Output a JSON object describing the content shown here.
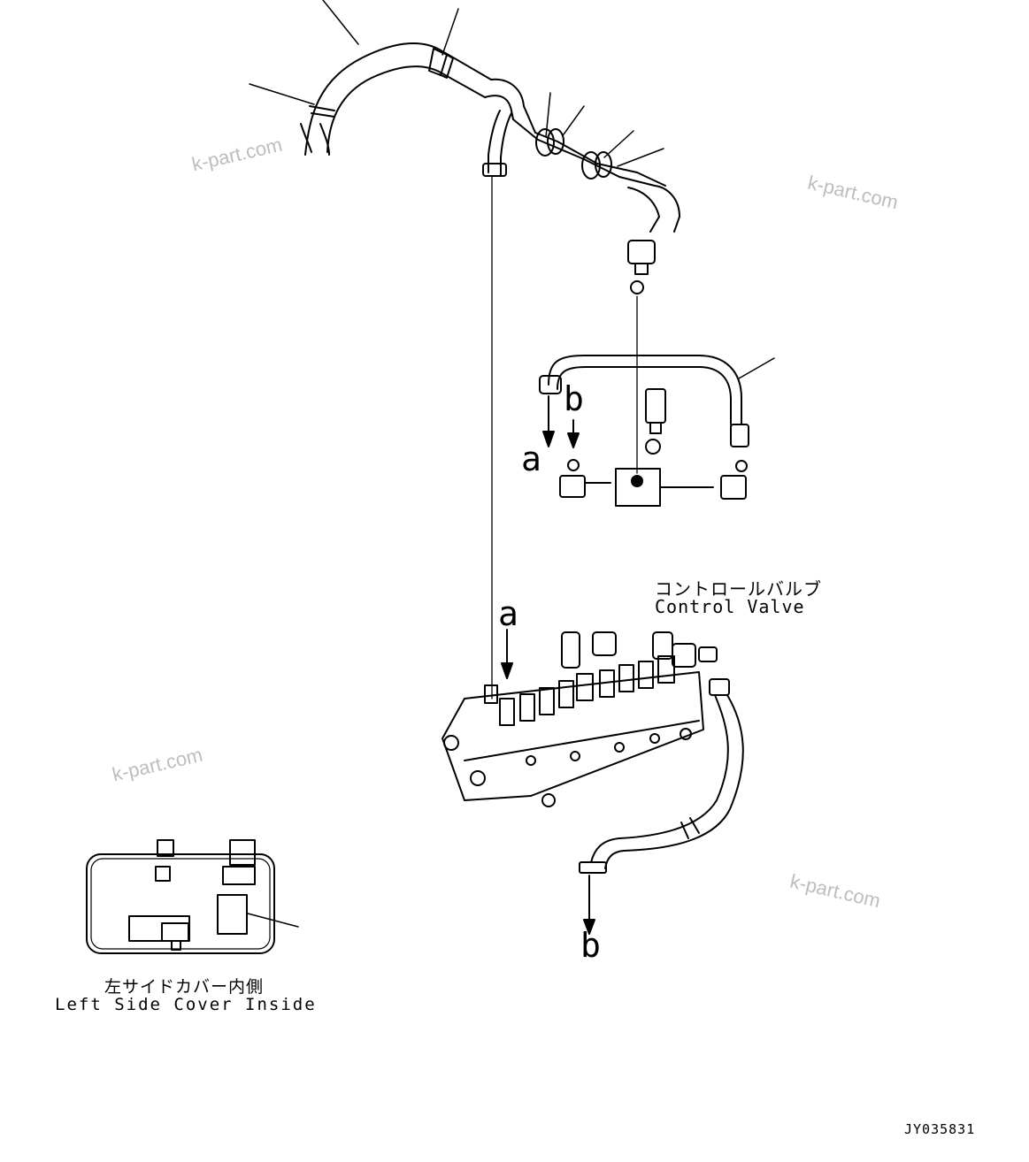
{
  "labels": {
    "control_valve_jp": "コントロールバルブ",
    "control_valve_en": "Control Valve",
    "side_cover_jp": "左サイドカバー内側",
    "side_cover_en": "Left Side Cover Inside"
  },
  "callouts": {
    "a_top": "a",
    "b_top": "b",
    "a_valve": "a",
    "b_bottom": "b"
  },
  "watermarks": [
    "k-part.com",
    "k-part.com",
    "k-part.com",
    "k-part.com"
  ],
  "drawing_number": "JY035831",
  "colors": {
    "line": "#000000",
    "watermark": "#bdbdbd",
    "background": "#ffffff"
  }
}
